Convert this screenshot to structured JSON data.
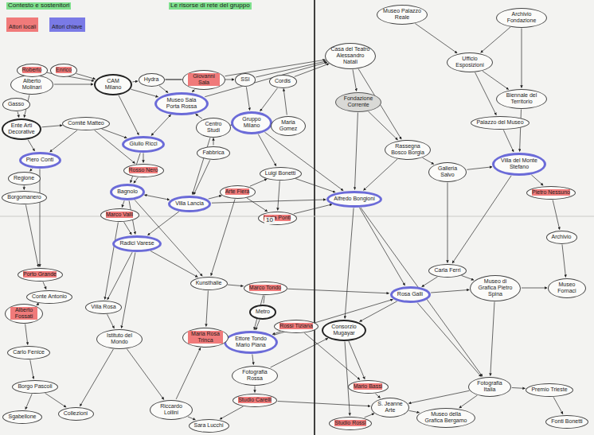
{
  "diagram": {
    "nodes": [
      {
        "text": [
          "Alberto Molinari"
        ]
      },
      {
        "text": [
          "Gasso"
        ]
      },
      {
        "text": [
          "Ente Arti Decorative"
        ]
      },
      {
        "text": [
          "Piero Conti"
        ]
      },
      {
        "text": [
          "Regione"
        ]
      },
      {
        "text": [
          "Borgomanero"
        ]
      },
      {
        "text": [
          "Roberto"
        ]
      },
      {
        "text": [
          "Enrico"
        ]
      },
      {
        "text": [
          "Comité Matteo"
        ]
      },
      {
        "text": [
          "CAM Milano"
        ]
      },
      {
        "text": [
          "Hydra"
        ]
      },
      {
        "text": [
          "Giovanni Sala"
        ]
      },
      {
        "text": [
          "Museo Sala Porta Rossa"
        ]
      },
      {
        "text": [
          "SSI"
        ]
      },
      {
        "text": [
          "Cordis"
        ]
      },
      {
        "text": [
          "Giulio Ricci"
        ]
      },
      {
        "text": [
          "Rosso Nero"
        ]
      },
      {
        "text": [
          "Centro Studi"
        ]
      },
      {
        "text": [
          "Gruppo Milano"
        ]
      },
      {
        "text": [
          "Maria Gomez"
        ]
      },
      {
        "text": [
          "Bagnolo"
        ]
      },
      {
        "text": [
          "Villa Lancia"
        ]
      },
      {
        "text": [
          "Luigi Bonetti"
        ]
      },
      {
        "text": [
          "Arte Fiera"
        ]
      },
      {
        "text": [
          "Marco Valli"
        ]
      },
      {
        "text": [
          "Lucia Ponti"
        ]
      },
      {
        "text": [
          "Radici Varese"
        ]
      },
      {
        "text": [
          "Fabbrica"
        ]
      },
      {
        "text": [
          "Museo Palazzo Reale"
        ]
      },
      {
        "text": [
          "Casa del Teatro Alessandro Natali"
        ]
      },
      {
        "text": [
          "Archivio Fondazione"
        ]
      },
      {
        "text": [
          "Ufficio Esposizioni"
        ]
      },
      {
        "text": [
          "Fondazione Corrente"
        ]
      },
      {
        "text": [
          "Biennale del Territorio"
        ]
      },
      {
        "text": [
          "Palazzo del Museo"
        ]
      },
      {
        "text": [
          "Rassegna Bosco Borgia"
        ]
      },
      {
        "text": [
          "Galleria Salvo"
        ]
      },
      {
        "text": [
          "Villa del Monte Stefano"
        ]
      },
      {
        "text": [
          "Alfredo Bongioni"
        ]
      },
      {
        "text": [
          "Pietro Nessuno"
        ]
      },
      {
        "text": [
          "Archivio"
        ]
      },
      {
        "text": [
          "Carla Ferri"
        ]
      },
      {
        "text": [
          "Rosa Galli"
        ]
      },
      {
        "text": [
          "Museo di Grafica Pietro Spina"
        ]
      },
      {
        "text": [
          "Museo Fornaci"
        ]
      },
      {
        "text": [
          "Fotografia Italia"
        ]
      },
      {
        "text": [
          "Museo della Grafica Bergamo"
        ]
      },
      {
        "text": [
          "Premio Trieste"
        ]
      },
      {
        "text": [
          "Fonti Bonetti"
        ]
      },
      {
        "text": [
          "S. Jeanne Arte"
        ]
      },
      {
        "text": [
          "Consorzio Mugayar"
        ]
      },
      {
        "text": [
          "Mario Bassi"
        ]
      },
      {
        "text": [
          "Studio Rossi"
        ]
      },
      {
        "text": [
          "Porto Grande"
        ]
      },
      {
        "text": [
          "Conte Antonio"
        ]
      },
      {
        "text": [
          "Alberto Fossati"
        ]
      },
      {
        "text": [
          "Carlo Fenice"
        ]
      },
      {
        "text": [
          "Borgo Pascoli"
        ]
      },
      {
        "text": [
          "Sgabellone"
        ]
      },
      {
        "text": [
          "Collezioni"
        ]
      },
      {
        "text": [
          "Villa Rosa"
        ]
      },
      {
        "text": [
          "Istituto del Mondo"
        ]
      },
      {
        "text": [
          "Riccardo Lollini"
        ]
      },
      {
        "text": [
          "Kunsthalle"
        ]
      },
      {
        "text": [
          "Marco Tondo"
        ]
      },
      {
        "text": [
          "Ettore Tondo Mario Piana"
        ]
      },
      {
        "text": [
          "Maria Rosa Trinca"
        ]
      },
      {
        "text": [
          "Fotografia Rossa"
        ]
      },
      {
        "text": [
          "Studio Carelli"
        ]
      },
      {
        "text": [
          "Sara Lucchi"
        ]
      },
      {
        "text": [
          "Metro"
        ]
      },
      {
        "text": [
          "Rossi Tiziana"
        ]
      }
    ],
    "edges": [
      {
        "from": 0,
        "to": 2,
        "arrow": "to"
      },
      {
        "from": 0,
        "to": 9,
        "arrow": "to"
      },
      {
        "from": 6,
        "to": 9,
        "arrow": "to"
      },
      {
        "from": 7,
        "to": 9,
        "arrow": "to"
      },
      {
        "from": 9,
        "to": 10,
        "arrow": "to"
      },
      {
        "from": 9,
        "to": 15,
        "arrow": "to"
      },
      {
        "from": 9,
        "to": 12,
        "arrow": "to"
      },
      {
        "from": 10,
        "to": 12,
        "arrow": "to"
      },
      {
        "from": 10,
        "to": 13,
        "arrow": "to"
      },
      {
        "from": 11,
        "to": 12,
        "arrow": "to"
      },
      {
        "from": 12,
        "to": 15,
        "arrow": "both"
      },
      {
        "from": 13,
        "to": 18,
        "arrow": "to"
      },
      {
        "from": 14,
        "to": 18,
        "arrow": "to"
      },
      {
        "from": 8,
        "to": 15,
        "arrow": "to"
      },
      {
        "from": 8,
        "to": 3,
        "arrow": "to"
      },
      {
        "from": 2,
        "to": 3,
        "arrow": "to"
      },
      {
        "from": 3,
        "to": 4,
        "arrow": "to"
      },
      {
        "from": 4,
        "to": 5,
        "arrow": "to"
      },
      {
        "from": 1,
        "to": 2,
        "arrow": "to"
      },
      {
        "from": 2,
        "to": 8,
        "arrow": "to"
      },
      {
        "from": 15,
        "to": 16,
        "arrow": "to"
      },
      {
        "from": 15,
        "to": 20,
        "arrow": "to"
      },
      {
        "from": 16,
        "to": 20,
        "arrow": "to"
      },
      {
        "from": 17,
        "to": 12,
        "arrow": "to"
      },
      {
        "from": 17,
        "to": 18,
        "arrow": "to"
      },
      {
        "from": 18,
        "to": 19,
        "arrow": "to"
      },
      {
        "from": 18,
        "to": 22,
        "arrow": "to"
      },
      {
        "from": 17,
        "to": 21,
        "arrow": "to"
      },
      {
        "from": 20,
        "to": 21,
        "arrow": "both"
      },
      {
        "from": 20,
        "to": 26,
        "arrow": "to"
      },
      {
        "from": 20,
        "to": 24,
        "arrow": "to"
      },
      {
        "from": 21,
        "to": 23,
        "arrow": "to"
      },
      {
        "from": 21,
        "to": 26,
        "arrow": "to"
      },
      {
        "from": 22,
        "to": 25,
        "arrow": "to"
      },
      {
        "from": 23,
        "to": 25,
        "arrow": "to"
      },
      {
        "from": 24,
        "to": 26,
        "arrow": "to"
      },
      {
        "from": 26,
        "to": 60,
        "arrow": "to"
      },
      {
        "from": 26,
        "to": 63,
        "arrow": "to"
      },
      {
        "from": 27,
        "to": 17,
        "arrow": "to"
      },
      {
        "from": 27,
        "to": 21,
        "arrow": "to"
      },
      {
        "from": 13,
        "to": 29,
        "arrow": "to"
      },
      {
        "from": 14,
        "to": 29,
        "arrow": "to"
      },
      {
        "from": 29,
        "to": 32,
        "arrow": "to"
      },
      {
        "from": 32,
        "to": 38,
        "arrow": "to"
      },
      {
        "from": 28,
        "to": 31,
        "arrow": "to"
      },
      {
        "from": 30,
        "to": 31,
        "arrow": "to"
      },
      {
        "from": 30,
        "to": 33,
        "arrow": "to"
      },
      {
        "from": 31,
        "to": 33,
        "arrow": "to"
      },
      {
        "from": 33,
        "to": 37,
        "arrow": "to"
      },
      {
        "from": 34,
        "to": 37,
        "arrow": "to"
      },
      {
        "from": 35,
        "to": 36,
        "arrow": "to"
      },
      {
        "from": 36,
        "to": 37,
        "arrow": "to"
      },
      {
        "from": 35,
        "to": 38,
        "arrow": "to"
      },
      {
        "from": 32,
        "to": 35,
        "arrow": "to"
      },
      {
        "from": 38,
        "to": 42,
        "arrow": "to"
      },
      {
        "from": 37,
        "to": 39,
        "arrow": "to"
      },
      {
        "from": 37,
        "to": 41,
        "arrow": "to"
      },
      {
        "from": 41,
        "to": 42,
        "arrow": "to"
      },
      {
        "from": 42,
        "to": 43,
        "arrow": "to"
      },
      {
        "from": 43,
        "to": 45,
        "arrow": "to"
      },
      {
        "from": 42,
        "to": 45,
        "arrow": "to"
      },
      {
        "from": 45,
        "to": 46,
        "arrow": "to"
      },
      {
        "from": 45,
        "to": 47,
        "arrow": "to"
      },
      {
        "from": 47,
        "to": 48,
        "arrow": "to"
      },
      {
        "from": 45,
        "to": 49,
        "arrow": "to"
      },
      {
        "from": 49,
        "to": 46,
        "arrow": "to"
      },
      {
        "from": 50,
        "to": 51,
        "arrow": "to"
      },
      {
        "from": 42,
        "to": 50,
        "arrow": "to"
      },
      {
        "from": 38,
        "to": 50,
        "arrow": "to"
      },
      {
        "from": 51,
        "to": 49,
        "arrow": "to"
      },
      {
        "from": 43,
        "to": 44,
        "arrow": "to"
      },
      {
        "from": 39,
        "to": 40,
        "arrow": "to"
      },
      {
        "from": 40,
        "to": 44,
        "arrow": "to"
      },
      {
        "from": 41,
        "to": 43,
        "arrow": "to"
      },
      {
        "from": 18,
        "to": 38,
        "arrow": "to"
      },
      {
        "from": 22,
        "to": 38,
        "arrow": "to"
      },
      {
        "from": 25,
        "to": 38,
        "arrow": "to"
      },
      {
        "from": 21,
        "to": 38,
        "arrow": "to"
      },
      {
        "from": 12,
        "to": 29,
        "arrow": "to"
      },
      {
        "from": 53,
        "to": 54,
        "arrow": "to"
      },
      {
        "from": 54,
        "to": 55,
        "arrow": "to"
      },
      {
        "from": 55,
        "to": 56,
        "arrow": "to"
      },
      {
        "from": 56,
        "to": 57,
        "arrow": "to"
      },
      {
        "from": 57,
        "to": 58,
        "arrow": "to"
      },
      {
        "from": 57,
        "to": 59,
        "arrow": "to"
      },
      {
        "from": 60,
        "to": 61,
        "arrow": "to"
      },
      {
        "from": 61,
        "to": 59,
        "arrow": "to"
      },
      {
        "from": 61,
        "to": 62,
        "arrow": "to"
      },
      {
        "from": 63,
        "to": 64,
        "arrow": "to"
      },
      {
        "from": 63,
        "to": 66,
        "arrow": "to"
      },
      {
        "from": 64,
        "to": 65,
        "arrow": "to"
      },
      {
        "from": 66,
        "to": 65,
        "arrow": "to"
      },
      {
        "from": 65,
        "to": 67,
        "arrow": "to"
      },
      {
        "from": 67,
        "to": 68,
        "arrow": "to"
      },
      {
        "from": 68,
        "to": 69,
        "arrow": "to"
      },
      {
        "from": 62,
        "to": 69,
        "arrow": "to"
      },
      {
        "from": 70,
        "to": 65,
        "arrow": "to"
      },
      {
        "from": 71,
        "to": 65,
        "arrow": "to"
      },
      {
        "from": 70,
        "to": 64,
        "arrow": "none"
      },
      {
        "from": 65,
        "to": 42,
        "arrow": "to"
      },
      {
        "from": 64,
        "to": 42,
        "arrow": "to"
      },
      {
        "from": 26,
        "to": 61,
        "arrow": "to"
      },
      {
        "from": 24,
        "to": 60,
        "arrow": "to"
      },
      {
        "from": 3,
        "to": 53,
        "arrow": "to"
      },
      {
        "from": 5,
        "to": 53,
        "arrow": "to"
      },
      {
        "from": 20,
        "to": 63,
        "arrow": "to"
      },
      {
        "from": 23,
        "to": 63,
        "arrow": "to"
      },
      {
        "from": 11,
        "to": 29,
        "arrow": "to"
      },
      {
        "from": 29,
        "to": 35,
        "arrow": "to"
      },
      {
        "from": 31,
        "to": 34,
        "arrow": "to"
      },
      {
        "from": 36,
        "to": 41,
        "arrow": "to"
      },
      {
        "from": 62,
        "to": 66,
        "arrow": "to"
      },
      {
        "from": 67,
        "to": 50,
        "arrow": "to"
      },
      {
        "from": 38,
        "to": 45,
        "arrow": "to"
      },
      {
        "from": 71,
        "to": 51,
        "arrow": "to"
      },
      {
        "from": 68,
        "to": 49,
        "arrow": "to"
      },
      {
        "from": 23,
        "to": 22,
        "arrow": "to"
      },
      {
        "from": 19,
        "to": 14,
        "arrow": "to"
      },
      {
        "from": 10,
        "to": 11,
        "arrow": "none"
      },
      {
        "from": 8,
        "to": 16,
        "arrow": "to"
      },
      {
        "from": 52,
        "to": 49,
        "arrow": "to"
      },
      {
        "from": 50,
        "to": 52,
        "arrow": "to"
      }
    ],
    "labels": [
      "Contesto e sostenitori",
      "Le risorse di rete del gruppo",
      "10"
    ],
    "legend": [
      {
        "text": "Attori locali",
        "color": "#f07a7a"
      },
      {
        "text": "Attori chiave",
        "color": "#7a7ae6"
      }
    ]
  }
}
